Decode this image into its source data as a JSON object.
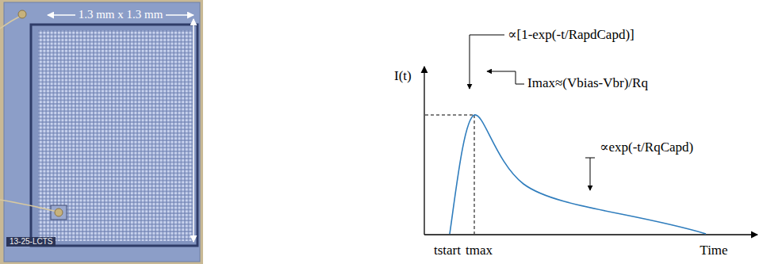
{
  "diagram": {
    "labels": [
      "1.3 mm x 1.3 mm",
      "13-25-LCTS",
      "I(t)",
      "∝[1-exp(-t/RapdCapd)]",
      "Imax≈(Vbias-Vbr)/Rq",
      "∝exp(-t/RqCapd)",
      "tstart",
      "tmax",
      "Time"
    ]
  }
}
